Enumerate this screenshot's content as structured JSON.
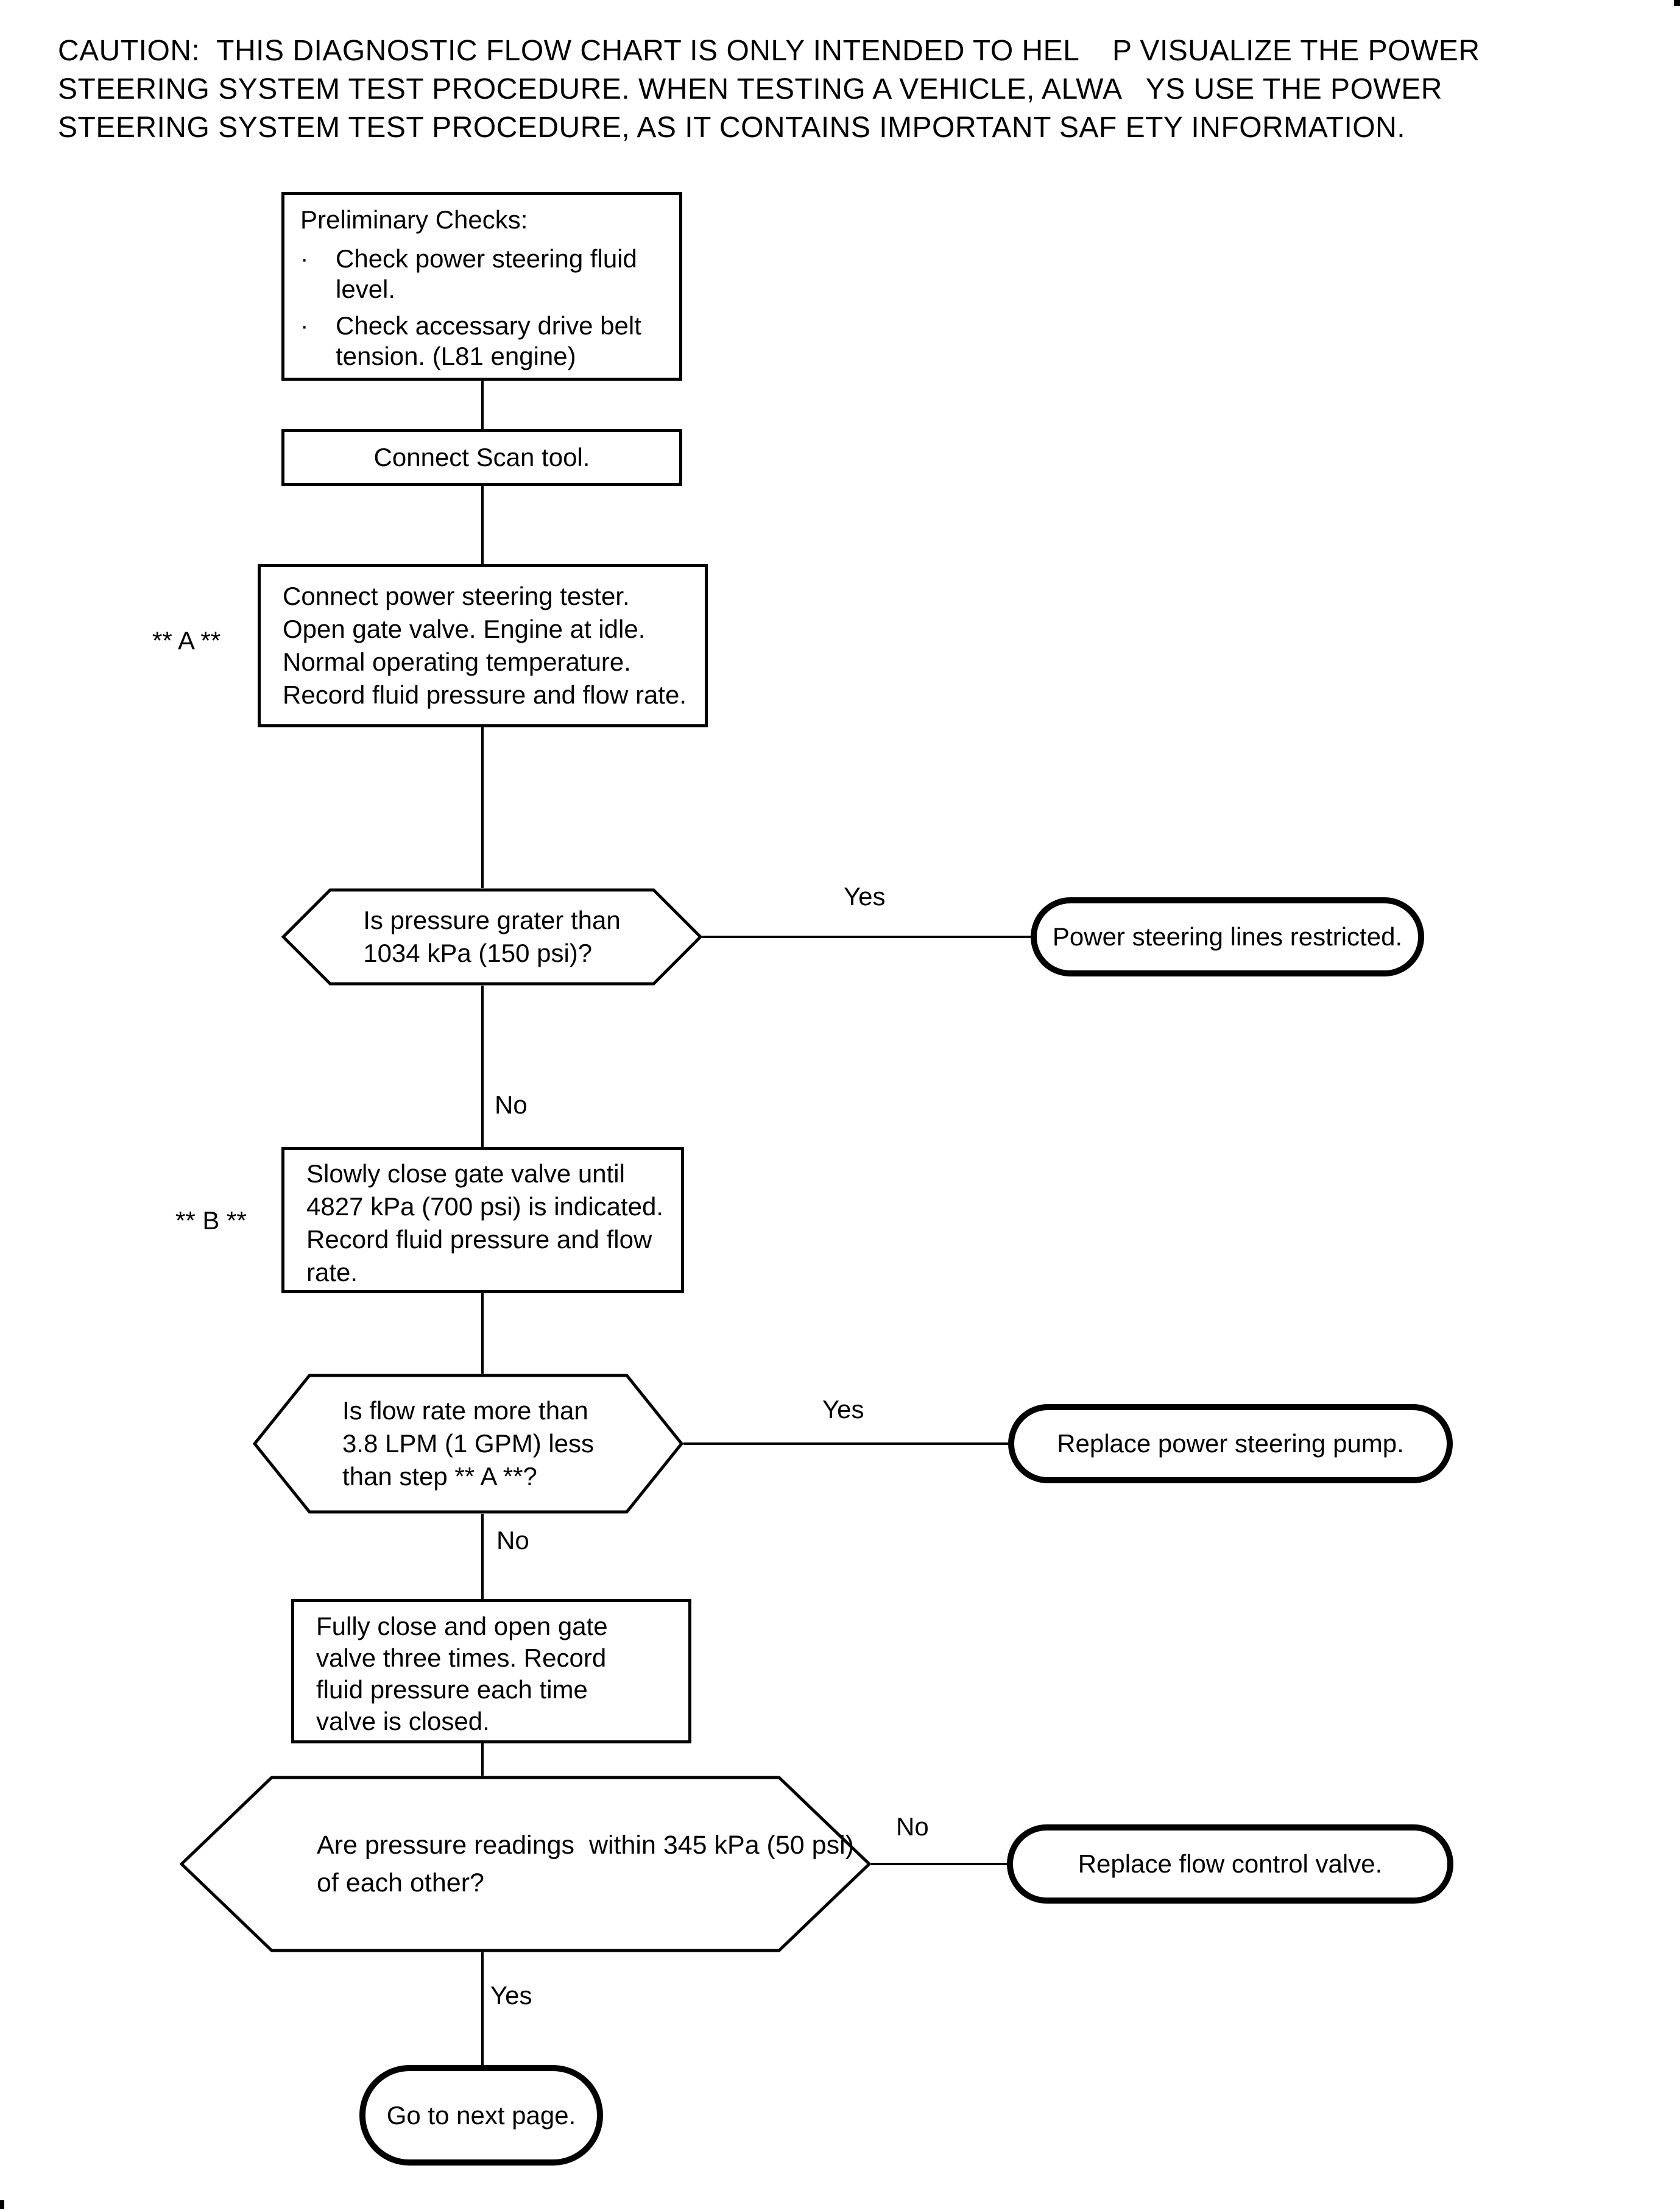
{
  "page": {
    "caution": "CAUTION:  THIS DIAGNOSTIC FLOW CHART IS ONLY INTENDED TO HEL    P VISUALIZE THE POWER\nSTEERING SYSTEM TEST PROCEDURE. WHEN TESTING A VEHICLE, ALWA   YS USE THE POWER\nSTEERING SYSTEM TEST PROCEDURE, AS IT CONTAINS IMPORTANT SAF ETY INFORMATION."
  },
  "flowchart": {
    "steps": {
      "preliminary": {
        "title": "Preliminary Checks:",
        "bullet_char": "·",
        "items": [
          "Check power steering fluid\nlevel.",
          "Check accessary drive belt\ntension. (L81 engine)"
        ]
      },
      "connect_scan": {
        "text": "Connect Scan tool."
      },
      "connect_tester": {
        "label": "** A **",
        "text": "Connect power steering tester.\nOpen gate valve. Engine at idle.\nNormal operating temperature.\nRecord fluid pressure and flow rate."
      },
      "close_valve": {
        "label": "** B **",
        "text": "Slowly close gate valve until\n4827 kPa (700 psi) is indicated.\nRecord fluid pressure and flow\nrate."
      },
      "cycle_valve": {
        "text": "Fully close and open gate\nvalve three times. Record\nfluid pressure each time\nvalve is closed."
      }
    },
    "decisions": {
      "pressure_check": {
        "text": "Is pressure grater than\n1034 kPa (150 psi)?",
        "yes_label": "Yes",
        "no_label": "No"
      },
      "flow_check": {
        "text": "Is flow rate more than\n3.8 LPM (1 GPM) less\nthan step ** A **?",
        "yes_label": "Yes",
        "no_label": "No"
      },
      "readings_check": {
        "text": "Are pressure readings  within 345 kPa (50 psi)\nof each other?",
        "yes_label": "Yes",
        "no_label": "No"
      }
    },
    "terminals": {
      "lines_restricted": "Power steering lines restricted.",
      "replace_pump": "Replace power steering pump.",
      "replace_valve": "Replace flow control valve.",
      "next_page": "Go to next page."
    },
    "colors": {
      "ink": "#000000",
      "paper": "#ffffff"
    }
  }
}
